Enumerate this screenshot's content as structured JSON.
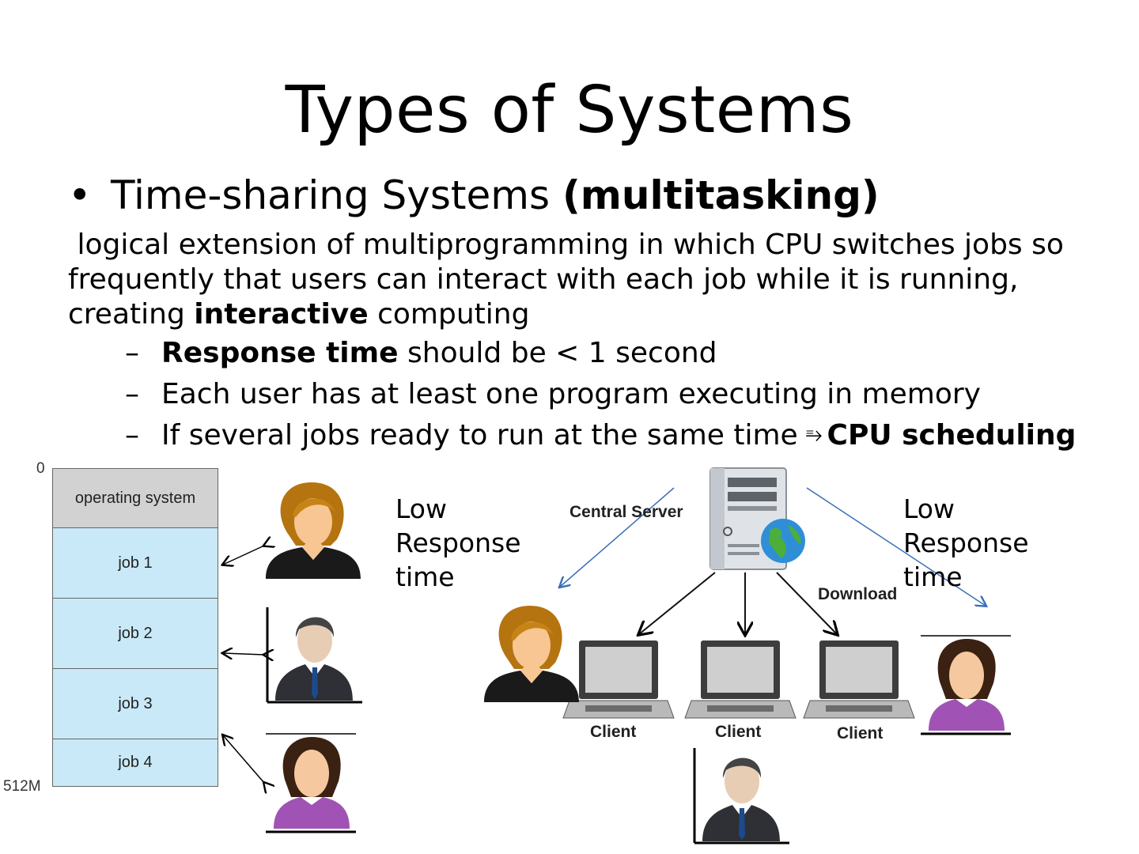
{
  "slide": {
    "title": "Types of Systems",
    "bullet": {
      "marker": "•",
      "text": "Time-sharing Systems ",
      "bold": "(multitasking)"
    },
    "paragraph": {
      "line1": " logical extension of multiprogramming in which CPU switches jobs so",
      "line2": "frequently that users can interact with each job while it is running,",
      "line3_pre": "creating ",
      "line3_bold": "interactive",
      "line3_post": " computing"
    },
    "subbullets": {
      "dash": "–",
      "item1_bold": "Response time",
      "item1_text": " should be < 1 second",
      "item2_text": "Each user has at least one program executing in memory",
      "item3_text": "If several jobs ready to run at the same time",
      "item3_symbol": "⥱",
      "item3_bold": "CPU scheduling"
    }
  },
  "memory_layout": {
    "top_address": "0",
    "bottom_address": "512M",
    "blocks": [
      "operating system",
      "job 1",
      "job 2",
      "job 3",
      "job 4"
    ]
  },
  "response_labels": {
    "left": [
      "Low",
      "Response",
      "time"
    ],
    "right": [
      "Low",
      "Response",
      "time"
    ]
  },
  "network_diagram": {
    "server_label": "Central Server",
    "download_label": "Download",
    "client_labels": [
      "Client",
      "Client",
      "Client"
    ]
  },
  "colors": {
    "job_block": "#c9e9f8",
    "os_block": "#d2d2d2",
    "response_arrow": "#3b6fb5"
  }
}
